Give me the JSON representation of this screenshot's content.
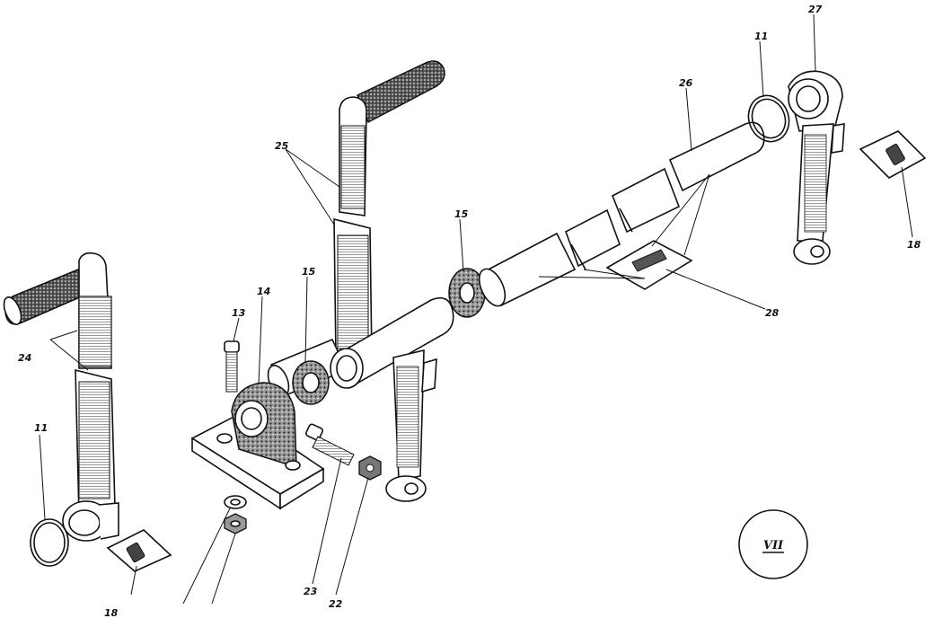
{
  "labels": {
    "l11a": "11",
    "l11b": "11",
    "l13": "13",
    "l14": "14",
    "l15a": "15",
    "l15b": "15",
    "l18a": "18",
    "l18b": "18",
    "l22": "22",
    "l23": "23",
    "l24": "24",
    "l25": "25",
    "l26": "26",
    "l27": "27",
    "l28": "28"
  },
  "sheet_number": "VII"
}
